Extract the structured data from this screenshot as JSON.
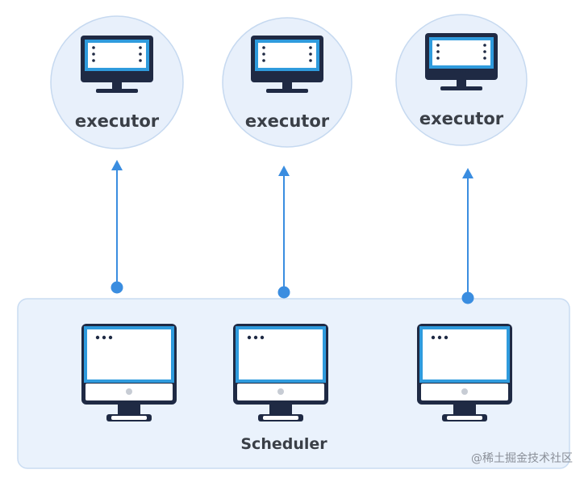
{
  "executors": [
    {
      "label": "executor"
    },
    {
      "label": "executor"
    },
    {
      "label": "executor"
    }
  ],
  "scheduler": {
    "label": "Scheduler",
    "machines": 3
  },
  "watermark": "@稀土掘金技术社区",
  "colors": {
    "circle_fill": "#e8f0fb",
    "circle_stroke": "#c6d9f0",
    "panel_fill": "#eaf2fc",
    "panel_stroke": "#c9dcf2",
    "screen_blue": "#2f9bdd",
    "monitor_dark": "#1f2a44",
    "arrow": "#3a8de0",
    "text": "#3a3f47"
  },
  "icons": [
    "monitor-icon",
    "arrow-up-icon"
  ]
}
